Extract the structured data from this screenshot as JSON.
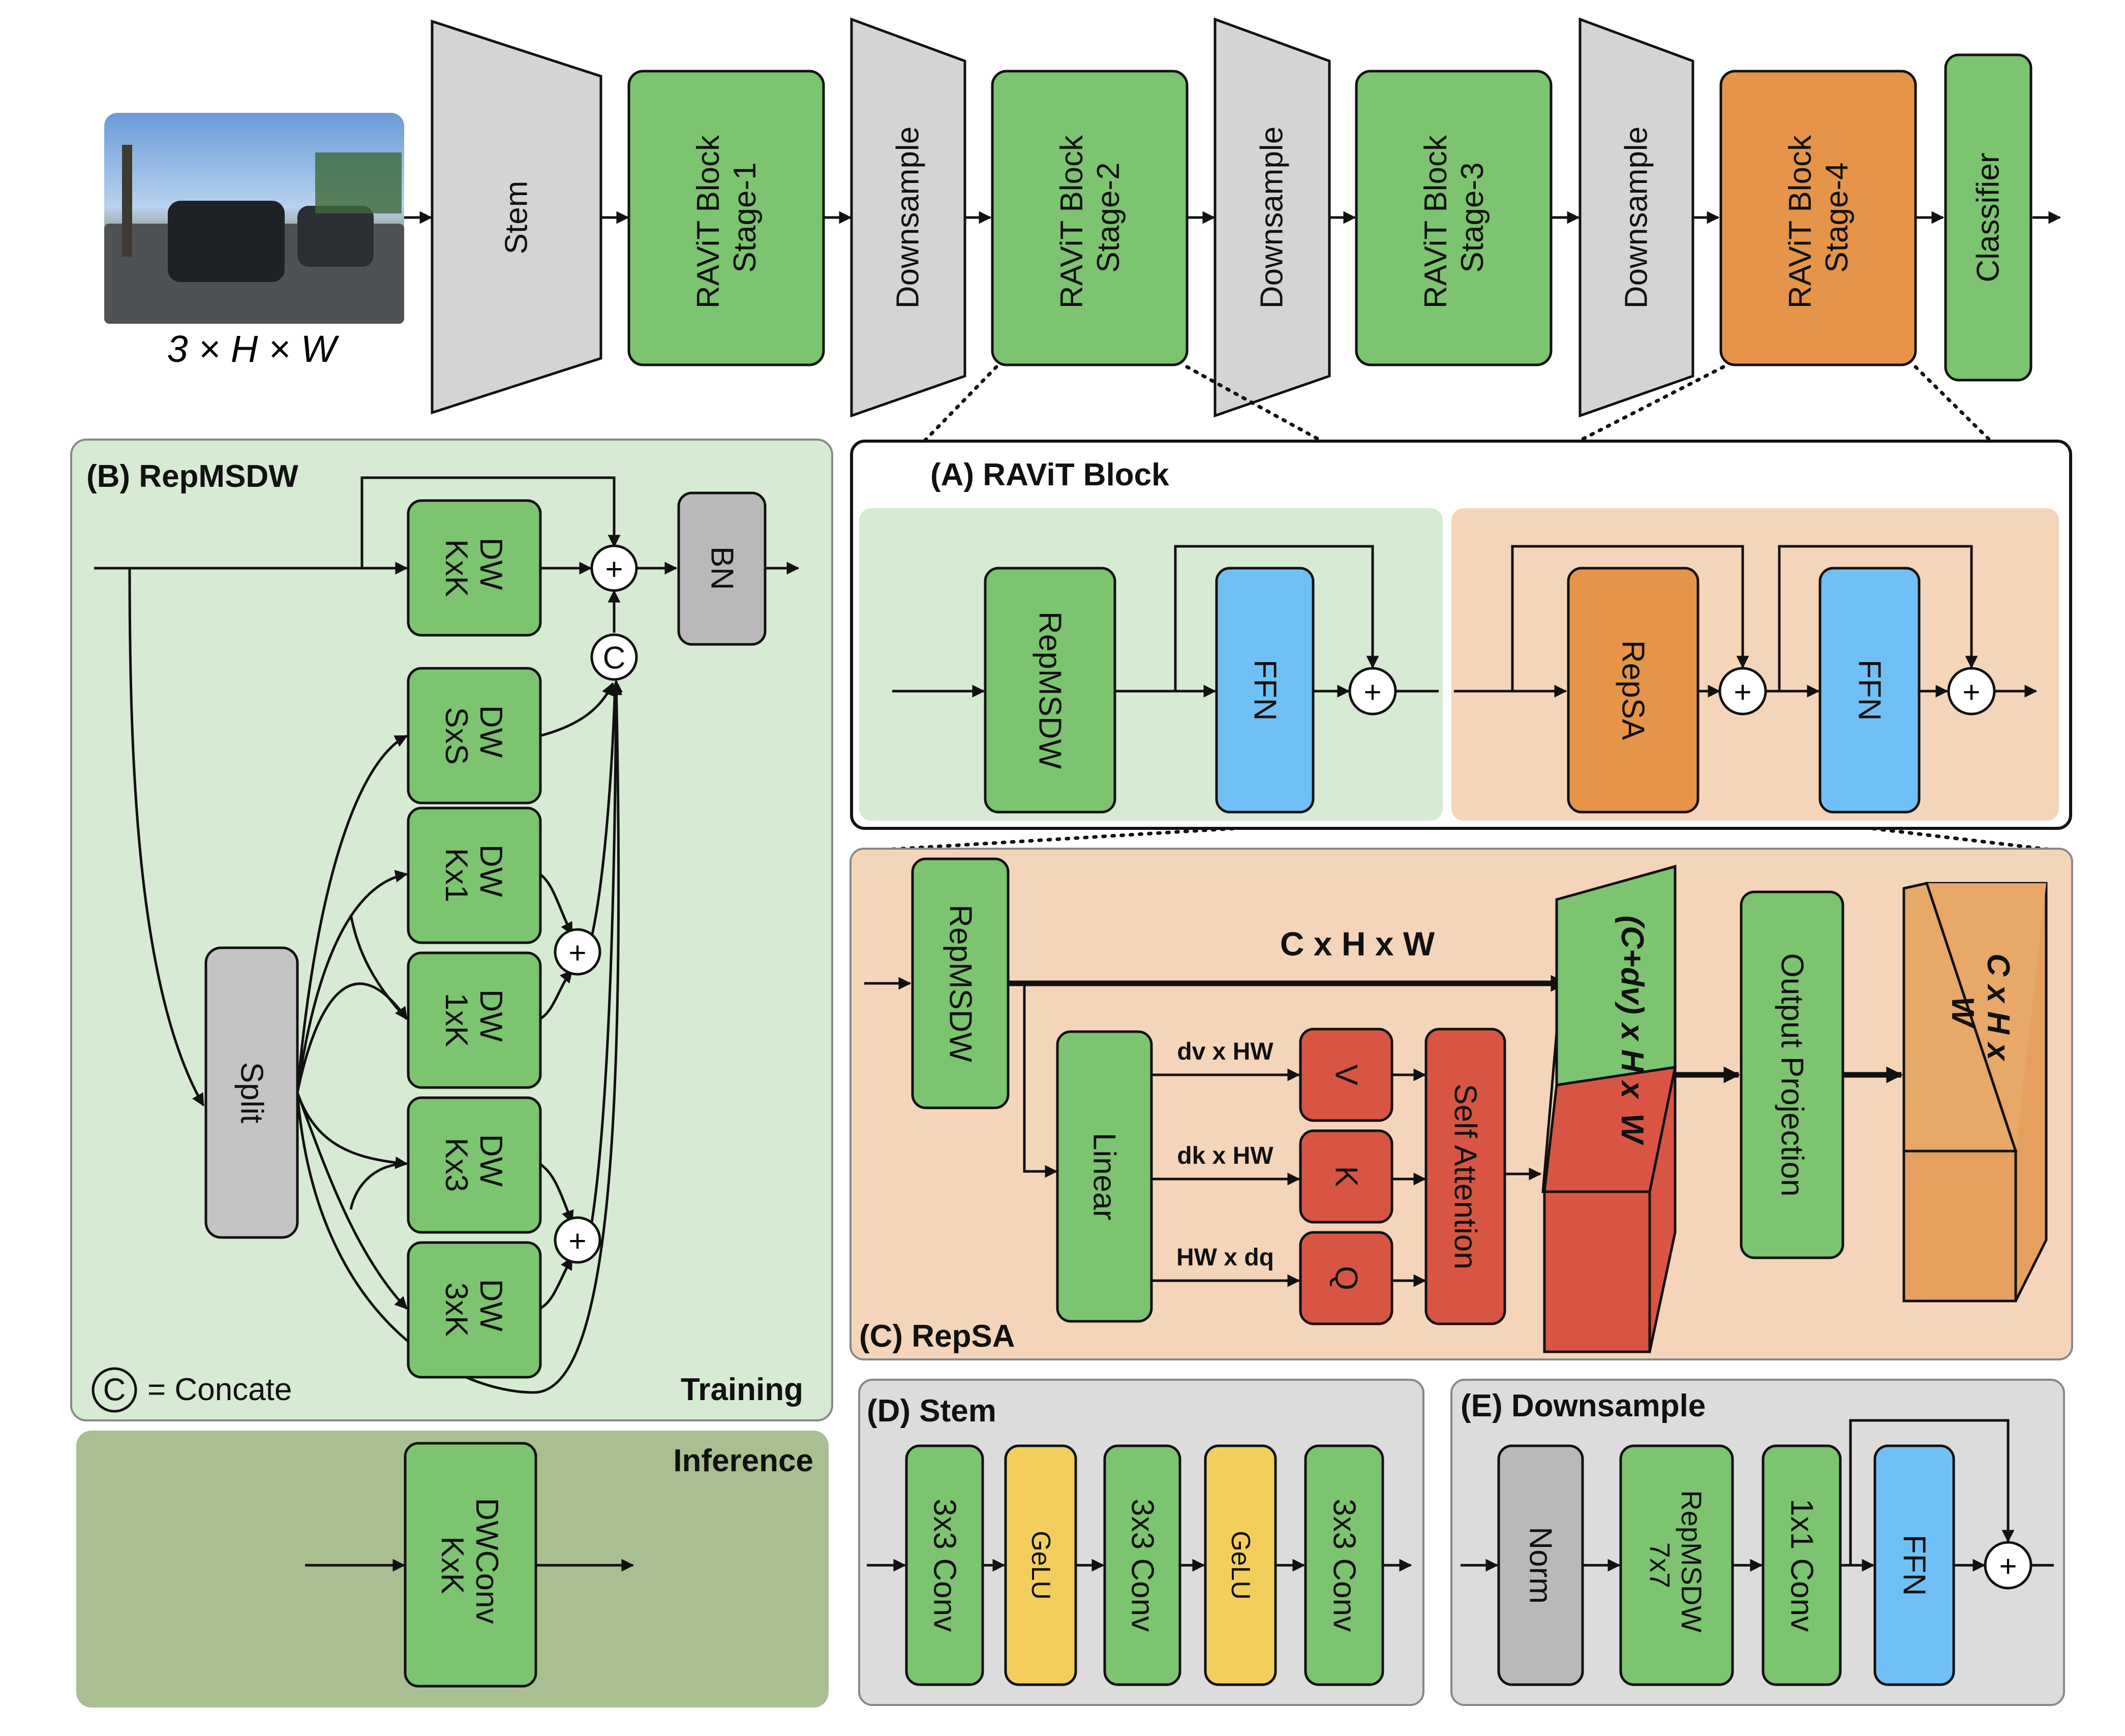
{
  "input": {
    "caption": "3 × H × W"
  },
  "pipeline": {
    "stem": "Stem",
    "stage1": [
      "RAViT Block",
      "Stage-1"
    ],
    "stage2": [
      "RAViT Block",
      "Stage-2"
    ],
    "stage3": [
      "RAViT Block",
      "Stage-3"
    ],
    "stage4": [
      "RAViT Block",
      "Stage-4"
    ],
    "downsample": "Downsample",
    "classifier": "Classifier"
  },
  "panel_a": {
    "title": "(A) RAViT Block",
    "repmsdw": "RepMSDW",
    "ffn": "FFN",
    "repsa": "RepSA"
  },
  "panel_b": {
    "title": "(B) RepMSDW",
    "dw_kxk": [
      "DW",
      "KxK"
    ],
    "dw_sxs": [
      "DW",
      "SxS"
    ],
    "dw_kx1": [
      "DW",
      "Kx1"
    ],
    "dw_1xk": [
      "DW",
      "1xK"
    ],
    "dw_kx3": [
      "DW",
      "Kx3"
    ],
    "dw_3xk": [
      "DW",
      "3xK"
    ],
    "bn": "BN",
    "split": "Split",
    "concat_symbol": "C",
    "concat_legend": "= Concate",
    "training": "Training",
    "inference": "Inference",
    "dwconv": [
      "DWConv",
      "KxK"
    ]
  },
  "panel_c": {
    "title": "(C) RepSA",
    "repmsdw": "RepMSDW",
    "chw": "C x H x W",
    "linear": "Linear",
    "dv": "dv x HW",
    "dk": "dk x HW",
    "hw": "HW x dq",
    "v": "V",
    "k": "K",
    "q": "Q",
    "self_attention": "Self Attention",
    "concat_tensor": [
      "(C+dv) x H x",
      "W"
    ],
    "output_projection": "Output Projection",
    "out_tensor": [
      "C x H x",
      "W"
    ]
  },
  "panel_d": {
    "title": "(D) Stem",
    "conv": "3x3 Conv",
    "gelu": "GeLU"
  },
  "panel_e": {
    "title": "(E) Downsample",
    "norm": "Norm",
    "repmsdw": [
      "RepMSDW",
      "7x7"
    ],
    "conv1": "1x1 Conv",
    "ffn": "FFN"
  },
  "colors": {
    "green": "#7cc46f",
    "gray": "#d4d4d4",
    "orange": "#e5944a",
    "blue": "#70c0f5",
    "red": "#d85544",
    "yellow": "#f2cf5c",
    "lightgreen": "#d7ead3",
    "darkgreen": "#a9bf92",
    "peach": "#f5d5ba",
    "panelgray": "#dcdcdc"
  }
}
